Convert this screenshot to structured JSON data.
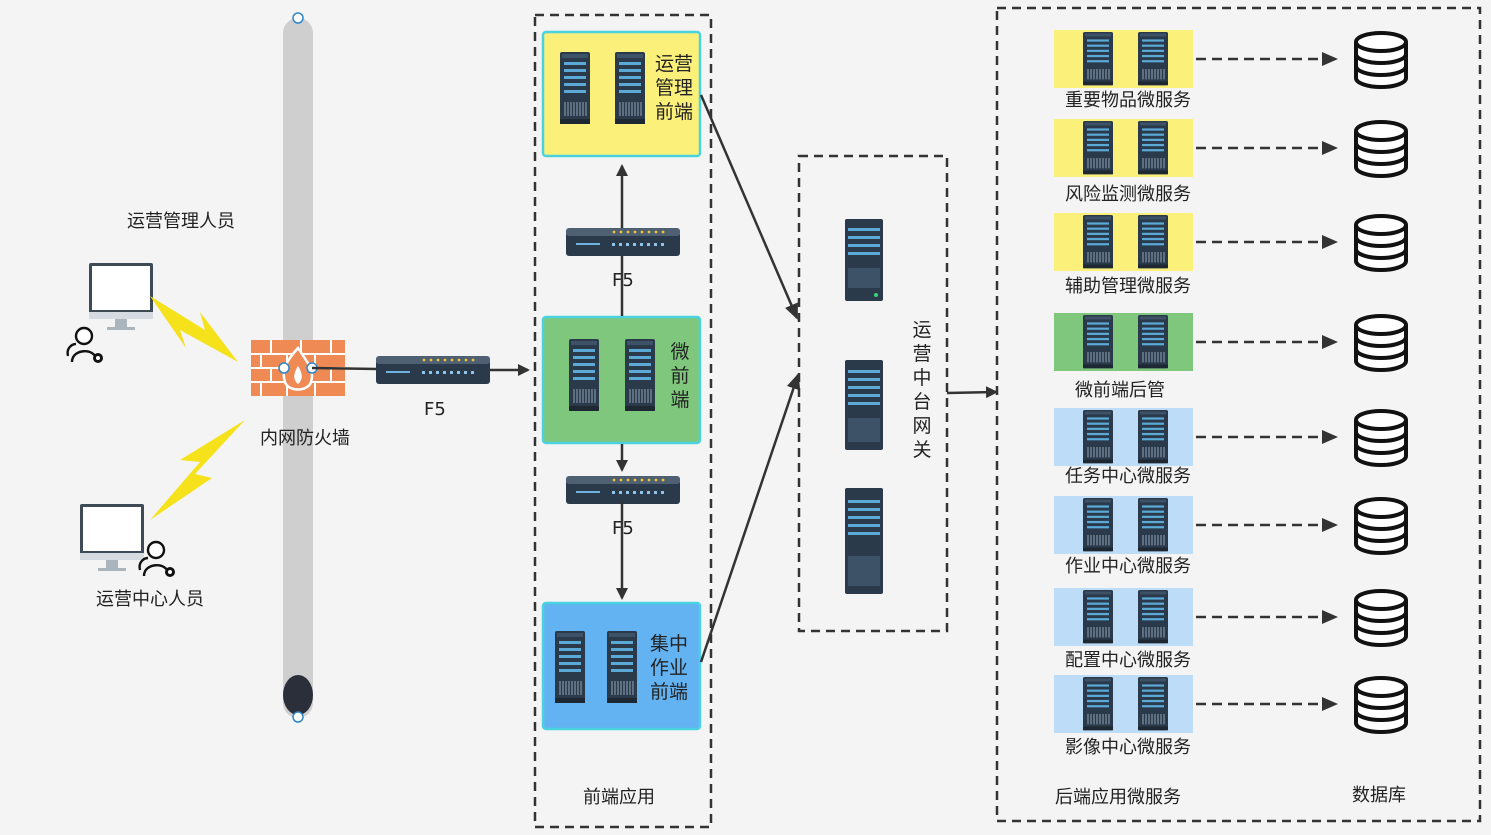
{
  "left": {
    "ops_manager_label": "运营管理人员",
    "ops_center_label": "运营中心人员",
    "firewall_label": "内网防火墙",
    "f5_label": "F5"
  },
  "frontend": {
    "group_label": "前端应用",
    "ops_mgmt_label": "运营管理前端",
    "micro_fe_label": "微前端",
    "central_ops_label": "集中作业前端",
    "f5_top_label": "F5",
    "f5_bottom_label": "F5"
  },
  "gateway": {
    "label": "运营中台网关"
  },
  "backend": {
    "group_label": "后端应用微服务",
    "db_label": "数据库",
    "services": [
      {
        "label": "重要物品微服务",
        "color": "#fbf07a"
      },
      {
        "label": "风险监测微服务",
        "color": "#fbf07a"
      },
      {
        "label": "辅助管理微服务",
        "color": "#fbf07a"
      },
      {
        "label": "微前端后管",
        "color": "#7fc77c"
      },
      {
        "label": "任务中心微服务",
        "color": "#bcdcf7"
      },
      {
        "label": "作业中心微服务",
        "color": "#bcdcf7"
      },
      {
        "label": "配置中心微服务",
        "color": "#bcdcf7"
      },
      {
        "label": "影像中心微服务",
        "color": "#bcdcf7"
      }
    ]
  },
  "colors": {
    "yellow": "#fbf07a",
    "green": "#7fc77c",
    "blue": "#63b3f3",
    "cyan_border": "#4ad2e0",
    "server_dark": "#2b3a4a",
    "firewall": "#ef8a55",
    "bolt": "#f5e21a"
  }
}
